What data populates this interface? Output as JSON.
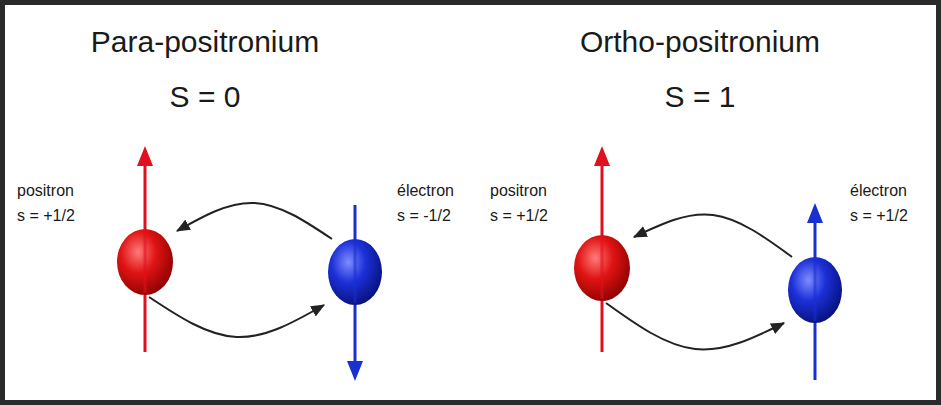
{
  "diagram": {
    "nodes": [
      {
        "text": [
          "positron",
          "s = +1/2"
        ]
      },
      {
        "text": [
          "électron",
          "s = -1/2"
        ]
      },
      {
        "text": [
          "positron",
          "s = +1/2"
        ]
      },
      {
        "text": [
          "électron",
          "s = +1/2"
        ]
      }
    ],
    "edges": [
      {
        "from": 1,
        "to": 0,
        "arrow": "to"
      },
      {
        "from": 0,
        "to": 1,
        "arrow": "to"
      },
      {
        "from": 3,
        "to": 2,
        "arrow": "to"
      },
      {
        "from": 2,
        "to": 3,
        "arrow": "to"
      }
    ],
    "labels": [
      "Para-positronium",
      "S = 0",
      "Ortho-positronium",
      "S = 1"
    ]
  }
}
